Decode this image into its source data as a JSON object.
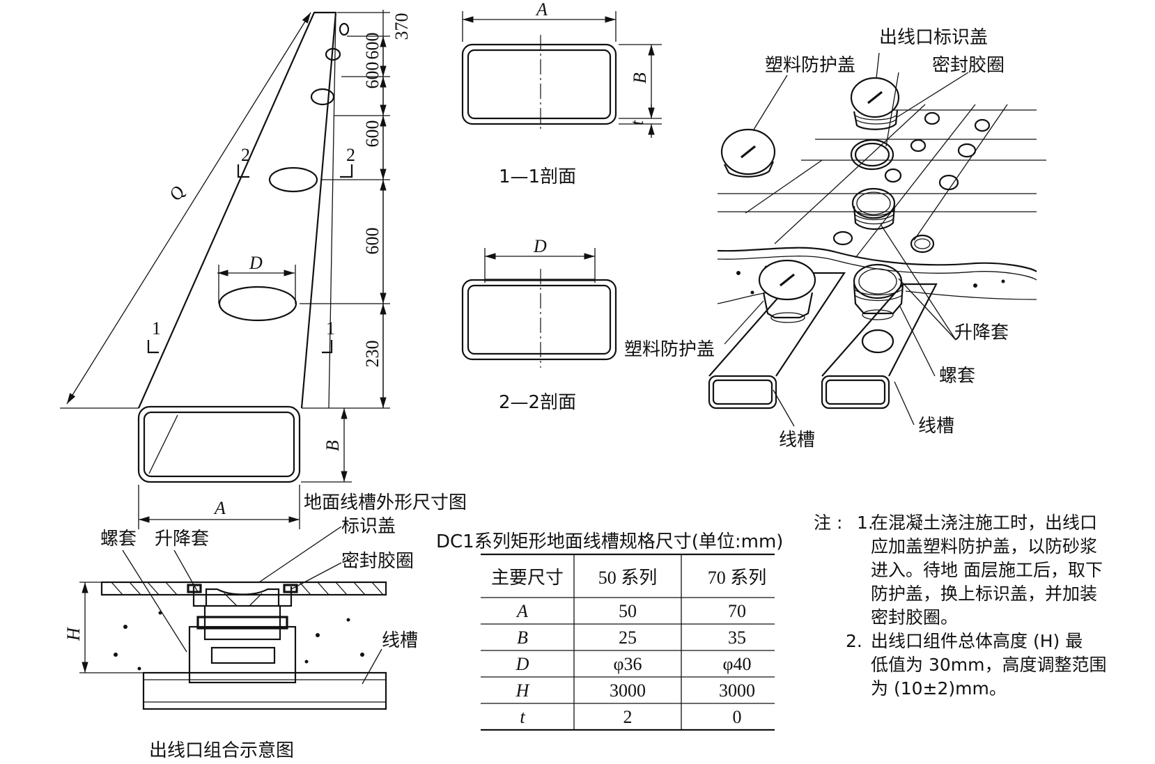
{
  "groove": {
    "title": "地面线槽外形尺寸图",
    "dim_segments": [
      "370",
      "600",
      "600",
      "600",
      "600",
      "230"
    ],
    "dim_q": "Q",
    "dim_a": "A",
    "dim_b": "B",
    "dim_d": "D",
    "sec1": "1",
    "sec2": "2"
  },
  "section11": {
    "title": "1—1剖面",
    "a": "A",
    "b": "B",
    "t": "t"
  },
  "section22": {
    "title": "2—2剖面",
    "d": "D"
  },
  "assembly": {
    "labels": {
      "outlet_cover": "出线口标识盖",
      "plastic_cover_top": "塑料防护盖",
      "seal_ring": "密封胶圈",
      "plastic_cover_mid": "塑料防护盖",
      "lift_sleeve": "升降套",
      "screw_sleeve": "螺套",
      "trough_right": "线槽",
      "trough_left": "线槽"
    }
  },
  "combo": {
    "title": "出线口组合示意图",
    "labels": {
      "screw_sleeve": "螺套",
      "lift_sleeve": "升降套",
      "id_cover": "标识盖",
      "seal_ring": "密封胶圈",
      "trough": "线槽",
      "h": "H"
    }
  },
  "spec_table": {
    "title": "DC1系列矩形地面线槽规格尺寸(单位:mm)",
    "headers": [
      "主要尺寸",
      "50 系列",
      "70 系列"
    ],
    "rows": [
      [
        "A",
        "50",
        "70"
      ],
      [
        "B",
        "25",
        "35"
      ],
      [
        "D",
        "φ36",
        "φ40"
      ],
      [
        "H",
        "3000",
        "3000"
      ],
      [
        "t",
        "2",
        "0"
      ]
    ]
  },
  "notes": {
    "prefix": "注 :",
    "items": [
      {
        "num": "1.",
        "lines": [
          "在混凝土浇注施工时，出线口",
          "应加盖塑料防护盖，以防砂浆",
          "进入。待地 面层施工后，取下",
          "防护盖，换上标识盖，并加装",
          "密封胶圈。"
        ]
      },
      {
        "num": "2.",
        "lines": [
          "出线口组件总体高度 (H) 最",
          "低值为 30mm，高度调整范围",
          "为 (10±2)mm。"
        ]
      }
    ]
  }
}
